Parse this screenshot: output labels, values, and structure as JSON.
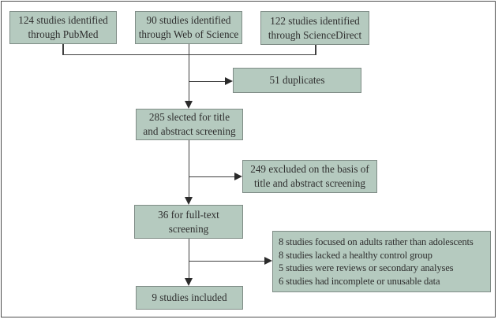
{
  "diagram_title": "study-selection-flowchart",
  "colors": {
    "box_fill": "#b5cabf",
    "box_border": "#7f8c86",
    "connector": "#3f3f3f",
    "arrowhead": "#2b2b2b",
    "frame_border": "#4d4d4d",
    "text": "#2f2f2f",
    "background": "#ffffff"
  },
  "nodes": {
    "pubmed": {
      "lines": [
        "124 studies identified",
        "through PubMed"
      ]
    },
    "web_of_science": {
      "lines": [
        "90 studies identified",
        "through Web of Science"
      ]
    },
    "sciencedirect": {
      "lines": [
        "122 studies identified",
        "through ScienceDirect"
      ]
    },
    "duplicates": {
      "lines": [
        "51 duplicates"
      ]
    },
    "title_abstract_selected": {
      "lines": [
        "285 slected for title",
        "and abstract screening"
      ]
    },
    "title_abstract_excluded": {
      "lines": [
        "249 excluded on the basis of",
        "title and abstract screening"
      ]
    },
    "full_text_screening": {
      "lines": [
        "36 for full-text",
        "screening"
      ]
    },
    "exclusion_reasons": {
      "lines": [
        "8 studies focused on adults rather than adolescents",
        "8 studies lacked a healthy control group",
        "5 studies were reviews or secondary analyses",
        "6 studies had incomplete or unusable data"
      ]
    },
    "included": {
      "lines": [
        "9 studies included"
      ]
    }
  }
}
